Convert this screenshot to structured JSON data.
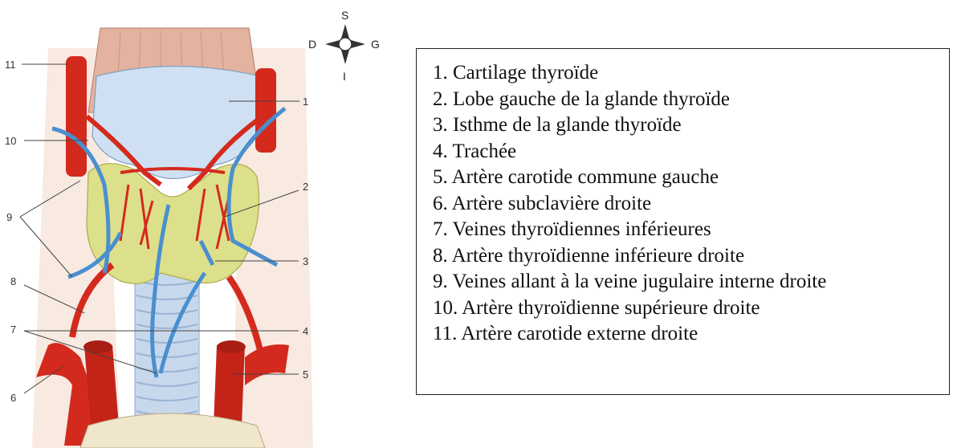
{
  "compass": {
    "top": "S",
    "bottom": "I",
    "left": "D",
    "right": "G"
  },
  "callouts": [
    "1",
    "2",
    "3",
    "4",
    "5",
    "6",
    "7",
    "8",
    "9",
    "10",
    "11"
  ],
  "legend": [
    "1. Cartilage thyroïde",
    "2. Lobe gauche de la glande thyroïde",
    "3. Isthme de la glande thyroïde",
    "4. Trachée",
    "5. Artère carotide commune gauche",
    "6. Artère subclavière droite",
    "7. Veines thyroïdiennes inférieures",
    "8. Artère thyroïdienne inférieure droite",
    "9. Veines allant à la veine jugulaire interne droite",
    "10. Artère thyroïdienne supérieure droite",
    "11. Artère carotide externe droite"
  ],
  "colors": {
    "artery": "#d42a1e",
    "vein": "#4a8fcf",
    "thyroid": "#dde08a",
    "cartilage": "#cfe0f2",
    "muscle": "#e3b3a0",
    "trachea": "#c8d8ec"
  }
}
